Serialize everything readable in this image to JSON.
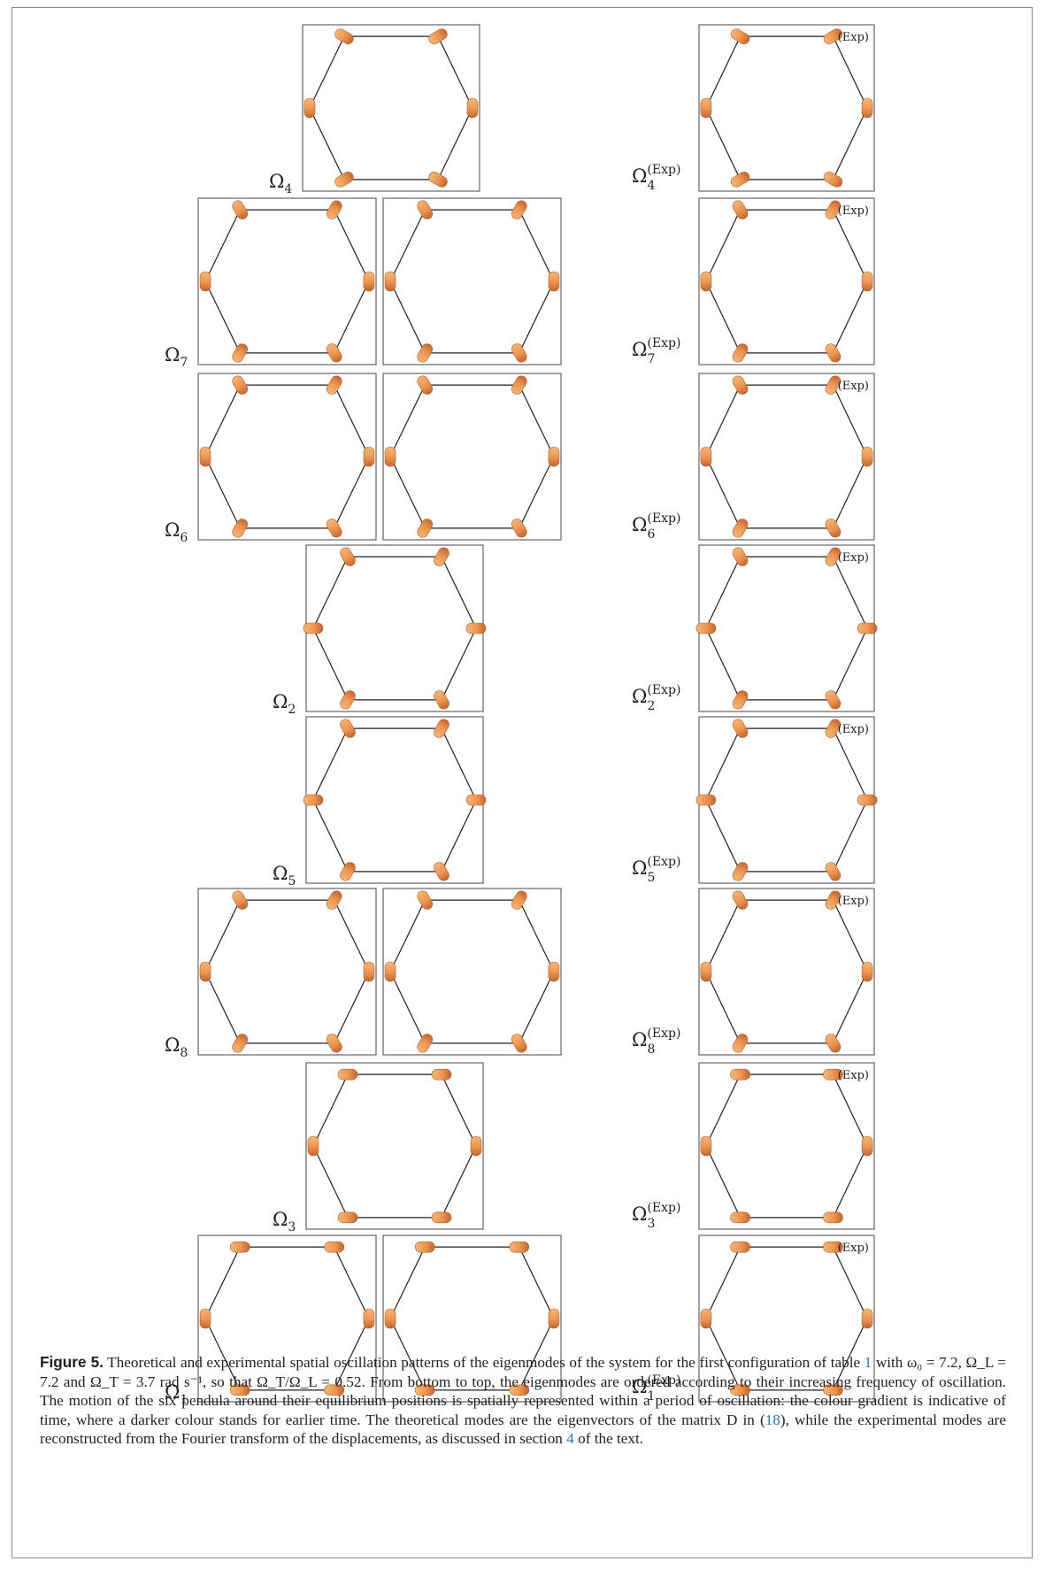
{
  "figure": {
    "modes": [
      {
        "id": "4",
        "label": "Ω",
        "sub": "4",
        "panels": 1,
        "style": "radial-tilt"
      },
      {
        "id": "7",
        "label": "Ω",
        "sub": "7",
        "panels": 2,
        "style": "mixed"
      },
      {
        "id": "6",
        "label": "Ω",
        "sub": "6",
        "panels": 2,
        "style": "mixed"
      },
      {
        "id": "2",
        "label": "Ω",
        "sub": "2",
        "panels": 1,
        "style": "radial"
      },
      {
        "id": "5",
        "label": "Ω",
        "sub": "5",
        "panels": 1,
        "style": "radial"
      },
      {
        "id": "8",
        "label": "Ω",
        "sub": "8",
        "panels": 2,
        "style": "mixed"
      },
      {
        "id": "3",
        "label": "Ω",
        "sub": "3",
        "panels": 1,
        "style": "tangential"
      },
      {
        "id": "1",
        "label": "Ω",
        "sub": "1",
        "panels": 2,
        "style": "tangential"
      }
    ],
    "exp_superscript": "(Exp)",
    "exp_tag": "(Exp)",
    "colors": {
      "bob_light": "#f6b775",
      "bob_dark": "#c4652f",
      "frame": "#555555",
      "link": "#1f78b4"
    }
  },
  "caption": {
    "label": "Figure 5.",
    "t1": " Theoretical and experimental spatial oscillation patterns of the eigenmodes of the system for the first configuration of table ",
    "table_ref": "1",
    "t2": " with ω₀ = 7.2, Ω_L = 7.2  and Ω_T = 3.7 rad s⁻¹, so that Ω_T/Ω_L = 0.52. From bottom to top, the eigenmodes are ordered according to their increasing frequency of oscillation. The motion of the six pendula around their equilibrium positions is spatially represented within a period of oscillation: the colour gradient is indicative of time, where a darker colour stands for earlier time. The theoretical modes are the eigenvectors of the matrix D in (",
    "eq_ref": "18",
    "t3": "), while the experimental modes are reconstructed from the Fourier transform of the displacements, as discussed in section ",
    "section_ref": "4",
    "t4": " of the text."
  }
}
